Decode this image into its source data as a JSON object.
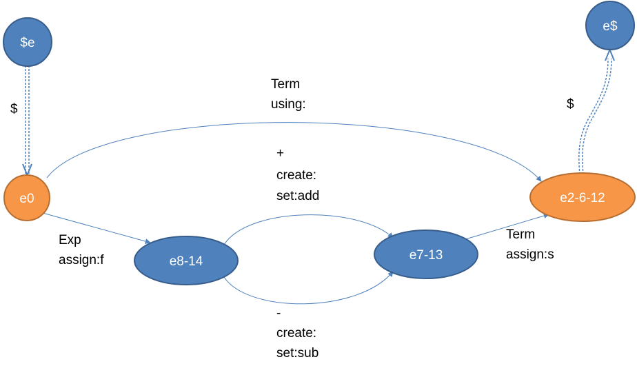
{
  "colors": {
    "blue_fill": "#4f81bd",
    "blue_stroke": "#385d8a",
    "orange_fill": "#f79646",
    "orange_stroke": "#b66d31",
    "edge": "#4f81bd",
    "text": "#000000",
    "node_text": "#ffffff"
  },
  "nodes": {
    "start": "$e",
    "end": "e$",
    "e0": "e0",
    "e8_14": "e8-14",
    "e7_13": "e7-13",
    "e2_6_12": "e2-6-12"
  },
  "edges": {
    "start_to_e0": [
      "$"
    ],
    "e0_to_e2": [
      "Term",
      "using:"
    ],
    "e8_to_e7_top": [
      "+",
      "create:",
      "set:add"
    ],
    "e8_to_e7_bottom": [
      "-",
      "create:",
      "set:sub"
    ],
    "e0_to_e8": [
      "Exp",
      "assign:f"
    ],
    "e7_to_e2": [
      "Term",
      "assign:s"
    ],
    "e2_to_end": [
      "$"
    ]
  }
}
